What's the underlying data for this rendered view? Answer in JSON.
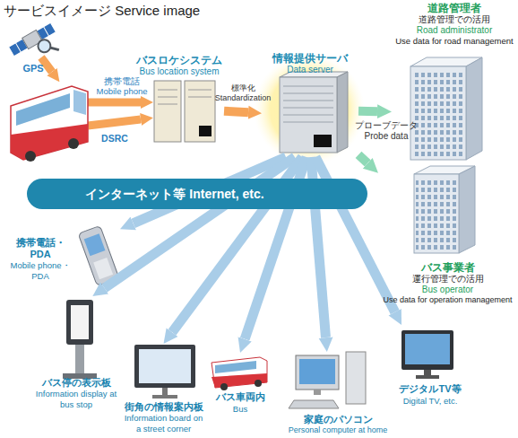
{
  "diagram": {
    "title": "サービスイメージ Service image",
    "nodes": [
      {
        "text": [
          "バスロケシステム",
          "Bus location system"
        ]
      },
      {
        "text": [
          "情報提供サーバ",
          "Data server"
        ]
      },
      {
        "text": [
          "道路管理者",
          "道路管理での活用",
          "Road administrator",
          "Use data for road management"
        ]
      },
      {
        "text": [
          "インターネット等 Internet, etc."
        ]
      },
      {
        "text": [
          "バス事業者",
          "運行管理での活用",
          "Bus operator",
          "Use data for operation management"
        ]
      },
      {
        "text": [
          "携帯電話・PDA",
          "Mobile phone・ PDA"
        ]
      },
      {
        "text": [
          "バス停の表示板",
          "Information display at bus stop"
        ]
      },
      {
        "text": [
          "街角の情報案内板",
          "Information board on a street corner"
        ]
      },
      {
        "text": [
          "バス車両内",
          "Bus"
        ]
      },
      {
        "text": [
          "家庭のパソコン",
          "Personal computer at home"
        ]
      },
      {
        "text": [
          "デジタルTV等",
          "Digital TV, etc."
        ]
      }
    ],
    "edges": [
      {
        "from": 0,
        "to": 1,
        "arrow": "to",
        "label": "標準化 Standardization"
      },
      {
        "from": 1,
        "to": 2,
        "arrow": "to"
      },
      {
        "from": 1,
        "to": 4,
        "arrow": "to"
      },
      {
        "from": 1,
        "to": 5,
        "arrow": "to"
      },
      {
        "from": 1,
        "to": 6,
        "arrow": "to"
      },
      {
        "from": 1,
        "to": 7,
        "arrow": "to"
      },
      {
        "from": 1,
        "to": 8,
        "arrow": "to"
      },
      {
        "from": 1,
        "to": 9,
        "arrow": "to"
      },
      {
        "from": 1,
        "to": 10,
        "arrow": "to"
      }
    ],
    "labels": [
      "GPS",
      "携帯電話 Mobile phone",
      "DSRC",
      "プローブデータ Probe data"
    ]
  }
}
